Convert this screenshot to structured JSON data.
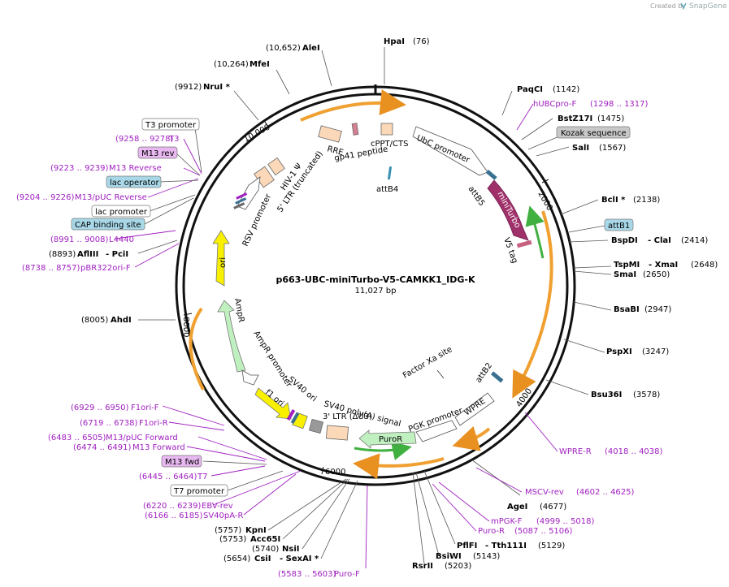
{
  "watermark": {
    "prefix": "Created by",
    "brand": "SnapGene"
  },
  "map": {
    "title": "p663-UBC-miniTurbo-V5-CAMKK1_IDG-K",
    "size": "11,027 bp"
  },
  "ticks": {
    "t2000": "2000",
    "t4000": "4000",
    "t6000": "6000",
    "t8000": "8000",
    "t10000": "10,000"
  },
  "features": {
    "ubc": "UbC promoter",
    "attB5": "attB5",
    "miniturbo": "miniTurbo",
    "v5": "V5 tag",
    "attB4": "attB4",
    "cppt": "cPPT/CTS",
    "rre": "RRE",
    "gp41": "gp41 peptide",
    "hiv": "HIV-1 Ψ",
    "ltr5": "5' LTR (truncated)",
    "rsv": "RSV promoter",
    "ori": "ori",
    "ampr": "AmpR",
    "amprp": "AmpR promoter",
    "f1ori": "f1 ori",
    "sv40ori": "SV40 ori",
    "sv40pa": "SV40 poly(A) signal",
    "ltr3": "3' LTR (ΔU3)",
    "puror": "PuroR",
    "pgk": "PGK promoter",
    "wpre": "WPRE",
    "attB2": "attB2",
    "factorxa": "Factor Xa site"
  },
  "sites": [
    {
      "name": "HpaI",
      "pos": "(76)"
    },
    {
      "name": "AleI",
      "pos": "(10,652)"
    },
    {
      "name": "MfeI",
      "pos": "(10,264)"
    },
    {
      "name": "NruI *",
      "pos": "(9912)"
    },
    {
      "name": "PaqCI",
      "pos": "(1142)"
    },
    {
      "name": "BstZ17I",
      "pos": "(1475)"
    },
    {
      "name": "SalI",
      "pos": "(1567)"
    },
    {
      "name": "BclI *",
      "pos": "(2138)"
    },
    {
      "name": "BspDI",
      "pos": "(2414)",
      "name2": "- ClaI"
    },
    {
      "name": "TspMI",
      "pos": "(2648)",
      "name2": "- XmaI"
    },
    {
      "name": "SmaI",
      "pos": "(2650)"
    },
    {
      "name": "BsaBI",
      "pos": "(2947)"
    },
    {
      "name": "PspXI",
      "pos": "(3247)"
    },
    {
      "name": "Bsu36I",
      "pos": "(3578)"
    },
    {
      "name": "AgeI",
      "pos": "(4677)"
    },
    {
      "name": "PflFI",
      "pos": "(5129)",
      "name2": "- Tth111I"
    },
    {
      "name": "BsiWI",
      "pos": "(5143)"
    },
    {
      "name": "RsrII",
      "pos": "(5203)"
    },
    {
      "name": "KpnI",
      "pos": "(5757)"
    },
    {
      "name": "Acc65I",
      "pos": "(5753)"
    },
    {
      "name": "NsiI",
      "pos": "(5740)"
    },
    {
      "name": "CsiI",
      "pos": "(5654)",
      "name2": "- SexAI *"
    },
    {
      "name": "AhdI",
      "pos": "(8005)"
    },
    {
      "name": "AflIII",
      "pos": "(8893)",
      "name2": "- PciI"
    }
  ],
  "primers": [
    {
      "name": "hUBCpro-F",
      "pos": "(1298 .. 1317)"
    },
    {
      "name": "T3",
      "pos": "(9258 .. 9278)"
    },
    {
      "name": "M13 Reverse",
      "pos": "(9223 .. 9239)"
    },
    {
      "name": "M13/pUC Reverse",
      "pos": "(9204 .. 9226)"
    },
    {
      "name": "L4440",
      "pos": "(8991 .. 9008)"
    },
    {
      "name": "pBR322ori-F",
      "pos": "(8738 .. 8757)"
    },
    {
      "name": "WPRE-R",
      "pos": "(4018 .. 4038)"
    },
    {
      "name": "MSCV-rev",
      "pos": "(4602 .. 4625)"
    },
    {
      "name": "mPGK-F",
      "pos": "(4999 .. 5018)"
    },
    {
      "name": "Puro-R",
      "pos": "(5087 .. 5106)"
    },
    {
      "name": "Puro-F",
      "pos": "(5583 .. 5603)"
    },
    {
      "name": "F1ori-F",
      "pos": "(6929 .. 6950)"
    },
    {
      "name": "F1ori-R",
      "pos": "(6719 .. 6738)"
    },
    {
      "name": "M13/pUC Forward",
      "pos": "(6483 .. 6505)"
    },
    {
      "name": "M13 Forward",
      "pos": "(6474 .. 6491)"
    },
    {
      "name": "T7",
      "pos": "(6445 .. 6464)"
    },
    {
      "name": "EBV-rev",
      "pos": "(6220 .. 6239)"
    },
    {
      "name": "SV40pA-R",
      "pos": "(6166 .. 6185)"
    }
  ],
  "boxes": [
    {
      "name": "Kozak sequence",
      "color": "#c8c8c8"
    },
    {
      "name": "attB1",
      "color": "#a8d8e8"
    },
    {
      "name": "T3 promoter",
      "color": "#ffffff"
    },
    {
      "name": "M13 rev",
      "color": "#e8b8f0"
    },
    {
      "name": "lac operator",
      "color": "#a8d8e8"
    },
    {
      "name": "lac promoter",
      "color": "#ffffff"
    },
    {
      "name": "CAP binding site",
      "color": "#a8d8e8"
    },
    {
      "name": "M13 fwd",
      "color": "#e8b8f0"
    },
    {
      "name": "T7 promoter",
      "color": "#ffffff"
    }
  ],
  "colors": {
    "orf_orange": "#f0a030",
    "miniturbo": "#a0306a",
    "ori_yellow": "#f8f000",
    "ampr_green": "#c0f0c0",
    "puror_green": "#c0f0c0",
    "primer_purple": "#a020c0"
  }
}
